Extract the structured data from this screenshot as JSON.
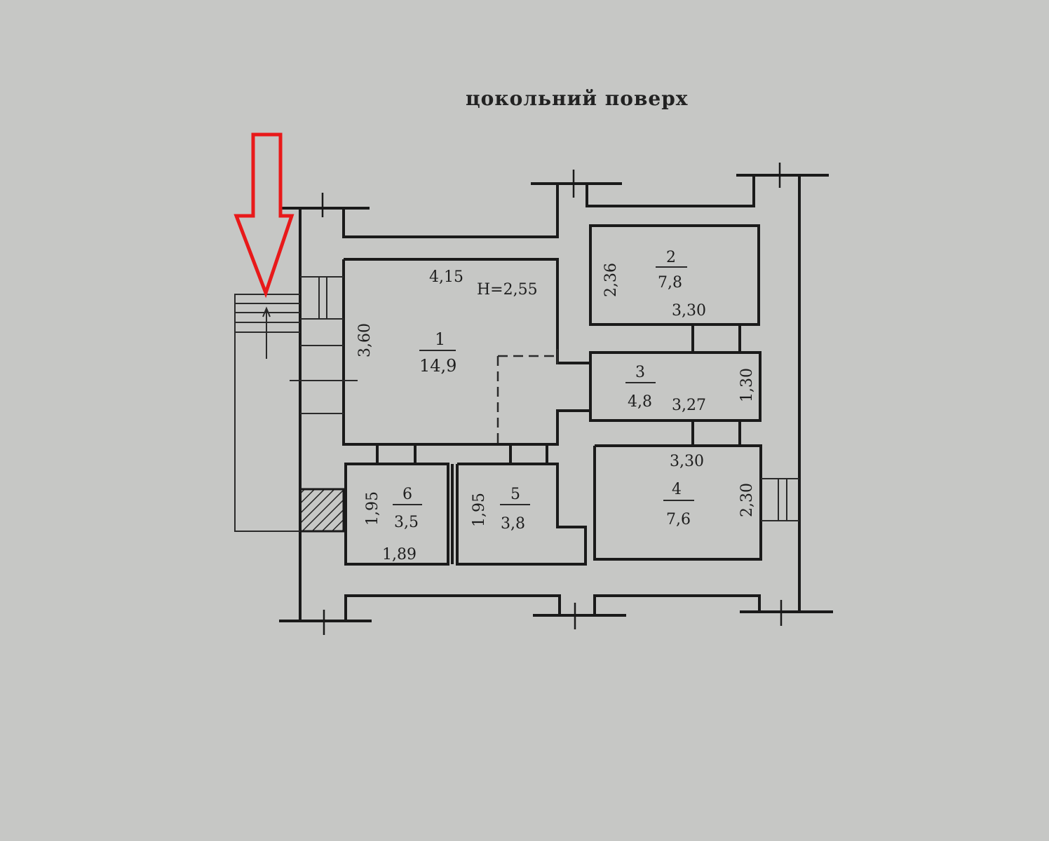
{
  "title": "цокольний поверх",
  "height_label": "H=2,55",
  "rooms": [
    {
      "number": "1",
      "area": "14,9",
      "dims": [
        "4,15",
        "3,60"
      ]
    },
    {
      "number": "2",
      "area": "7,8",
      "dims": [
        "2,36",
        "3,30"
      ]
    },
    {
      "number": "3",
      "area": "4,8",
      "dims": [
        "3,27",
        "1,30"
      ]
    },
    {
      "number": "4",
      "area": "7,6",
      "dims": [
        "3,30",
        "2,30"
      ]
    },
    {
      "number": "5",
      "area": "3,8",
      "dims": [
        "1,95"
      ]
    },
    {
      "number": "6",
      "area": "3,5",
      "dims": [
        "1,95",
        "1,89"
      ]
    }
  ],
  "marker": {
    "type": "arrow-down",
    "color": "#e8191a"
  }
}
